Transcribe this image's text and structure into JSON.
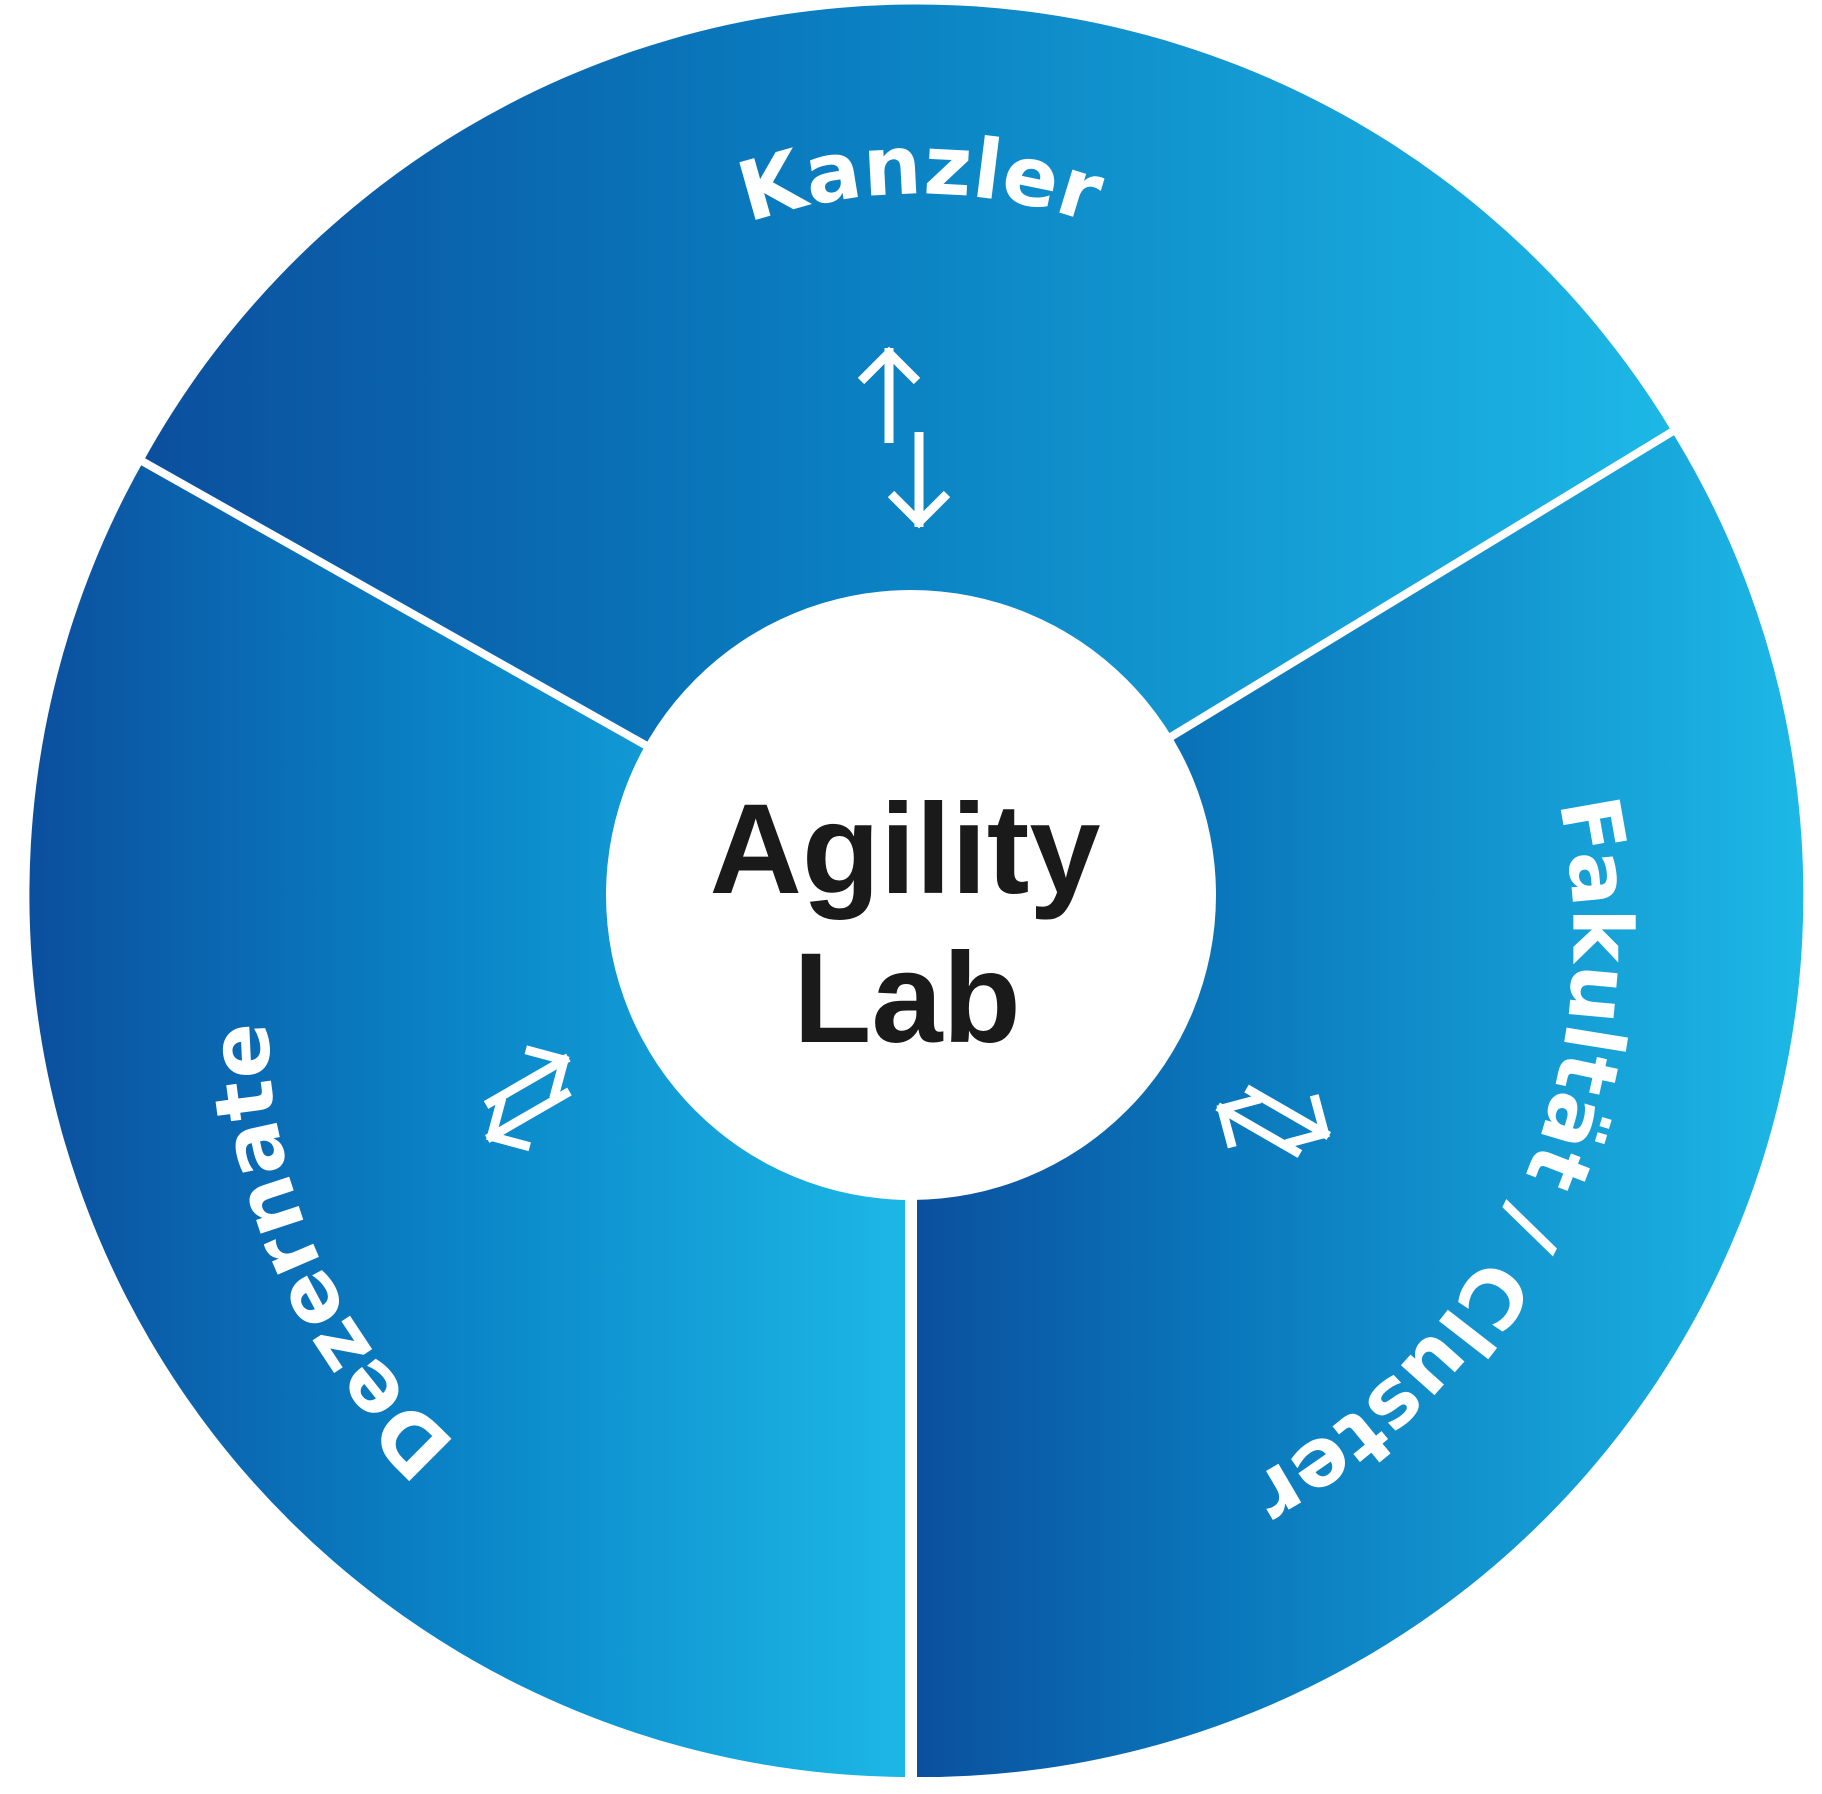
{
  "center": {
    "line1": "Agility",
    "line2": "Lab"
  },
  "segments": [
    {
      "id": "top",
      "label": "Kanzler"
    },
    {
      "id": "right",
      "label": "Fakultät / Cluster"
    },
    {
      "id": "left",
      "label": "Dezernate"
    }
  ],
  "colors": {
    "dark_blue": "#0b4f9e",
    "mid_blue": "#0a77bb",
    "light_blue": "#1db8e6",
    "separator": "#ffffff",
    "center_fill": "#ffffff",
    "center_text": "#1a1a1a"
  }
}
